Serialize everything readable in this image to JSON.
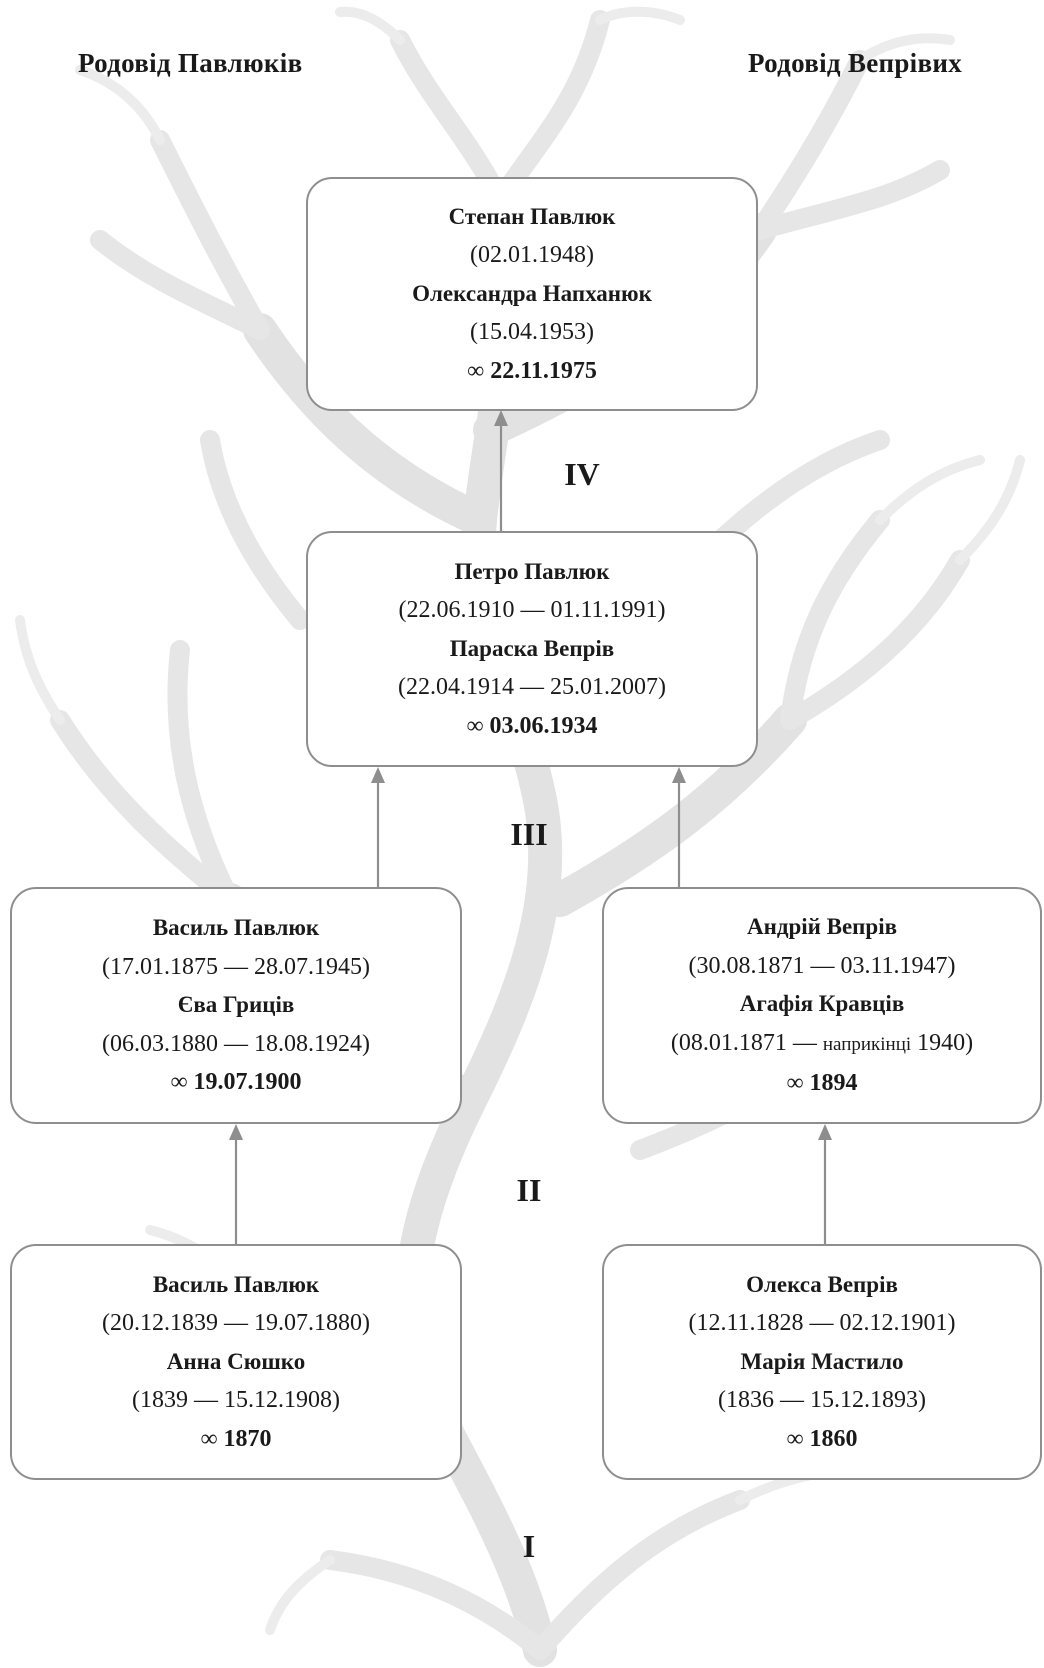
{
  "headings": {
    "left": "Родовід Павлюків",
    "right": "Родовід Вепрівих"
  },
  "generations": {
    "I": "I",
    "II": "II",
    "III": "III",
    "IV": "IV"
  },
  "marriage_symbol": "∞",
  "couples": {
    "gen4": {
      "person1_name": "Степан Павлюк",
      "person1_dates": "(02.01.1948)",
      "person2_name": "Олександра Напханюк",
      "person2_dates": "(15.04.1953)",
      "marriage_date": "22.11.1975"
    },
    "gen3": {
      "person1_name": "Петро Павлюк",
      "person1_dates": "(22.06.1910 — 01.11.1991)",
      "person2_name": "Параска Вепрів",
      "person2_dates": "(22.04.1914 — 25.01.2007)",
      "marriage_date": "03.06.1934"
    },
    "gen2_left": {
      "person1_name": "Василь Павлюк",
      "person1_dates": "(17.01.1875 — 28.07.1945)",
      "person2_name": "Єва Гриців",
      "person2_dates": "(06.03.1880 — 18.08.1924)",
      "marriage_date": "19.07.1900"
    },
    "gen2_right": {
      "person1_name": "Андрій Вепрів",
      "person1_dates": "(30.08.1871 — 03.11.1947)",
      "person2_name": "Агафія Кравців",
      "person2_dates_start": "(08.01.1871 — ",
      "person2_dates_note": "наприкінці",
      "person2_dates_end": " 1940)",
      "marriage_date": "1894"
    },
    "gen1_left": {
      "person1_name": "Василь Павлюк",
      "person1_dates": "(20.12.1839 — 19.07.1880)",
      "person2_name": "Анна Сюшко",
      "person2_dates": "(1839 — 15.12.1908)",
      "marriage_date": "1870"
    },
    "gen1_right": {
      "person1_name": "Олекса Вепрів",
      "person1_dates": "(12.11.1828 — 02.12.1901)",
      "person2_name": "Марія Мастило",
      "person2_dates": "(1836 — 15.12.1893)",
      "marriage_date": "1860"
    }
  },
  "colors": {
    "box_border": "#8e8e8e",
    "arrow": "#8e8e8e",
    "tree_watermark": "#e3e3e3",
    "text": "#1a1a1a"
  }
}
